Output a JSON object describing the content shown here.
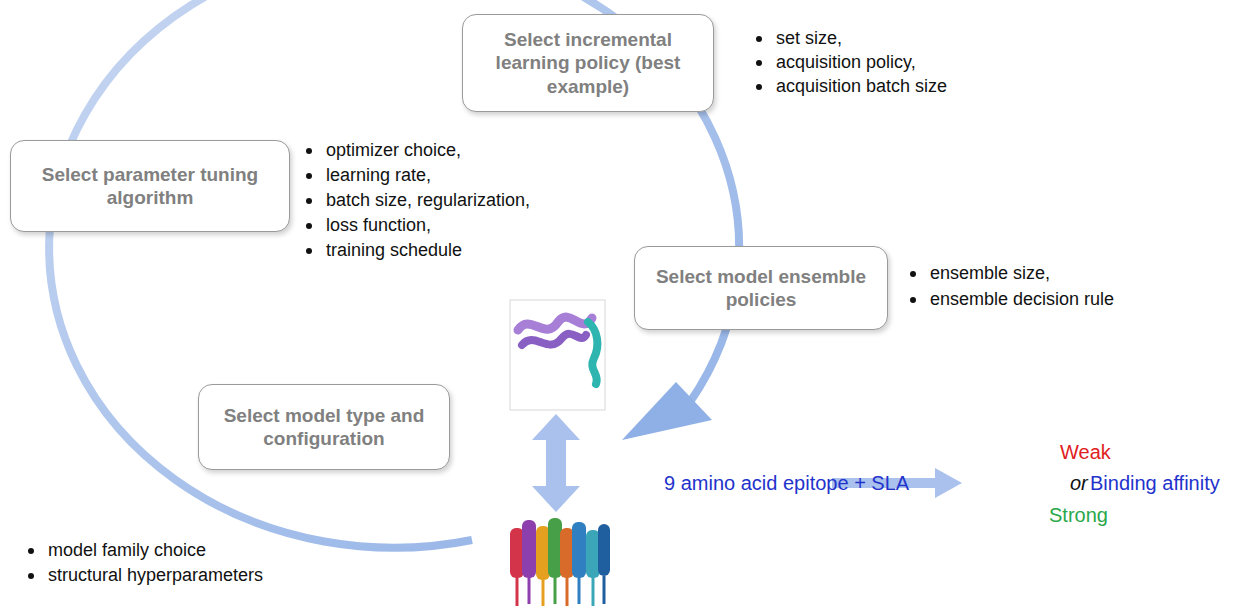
{
  "diagram": {
    "nodes": [
      {
        "text": [
          "Select incremental learning policy (best example)"
        ]
      },
      {
        "text": [
          "Select parameter tuning algorithm"
        ]
      },
      {
        "text": [
          "Select model ensemble policies"
        ]
      },
      {
        "text": [
          "Select model type and configuration"
        ]
      }
    ],
    "labels": [
      "set size,",
      "acquisition policy,",
      "acquisition batch size",
      "optimizer choice,",
      "learning rate,",
      "batch size, regularization,",
      "loss function,",
      "training schedule",
      "ensemble size,",
      "ensemble decision rule",
      "model family choice",
      "structural hyperparameters",
      "9 amino acid epitope + SLA",
      "Weak",
      "or",
      "Strong",
      "Binding affinity"
    ]
  }
}
